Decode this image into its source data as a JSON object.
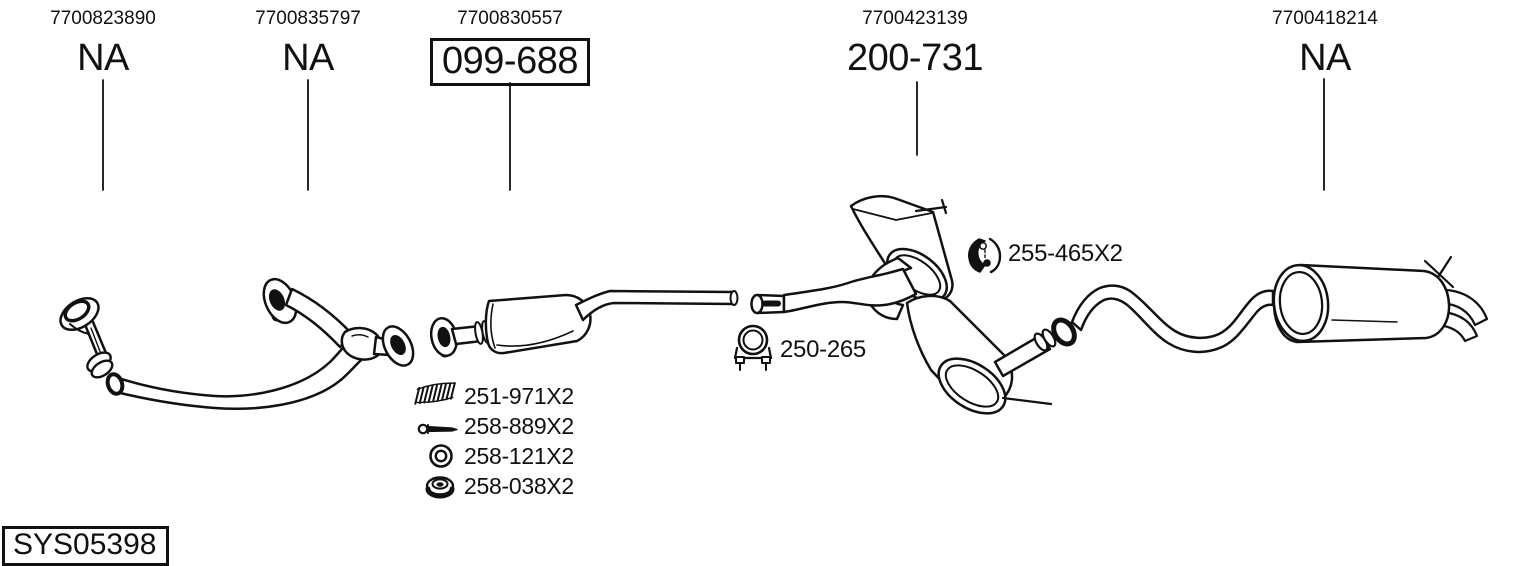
{
  "diagram": {
    "system_code": "SYS05398",
    "columns": [
      {
        "oe_number": "7700823890",
        "part_code": "NA"
      },
      {
        "oe_number": "7700835797",
        "part_code": "NA"
      },
      {
        "oe_number": "7700830557",
        "part_code": "099-688",
        "boxed": true
      },
      {
        "oe_number": "7700423139",
        "part_code": "200-731"
      },
      {
        "oe_number": "7700418214",
        "part_code": "NA"
      }
    ],
    "callouts": {
      "hanger_part_code": "255-465X2",
      "hanger_icon": "rubber-hanger-icon",
      "clamp_part_code": "250-265",
      "clamp_icon": "clamp-icon"
    },
    "hardware": [
      {
        "part_code": "251-971X2",
        "icon": "spring-icon"
      },
      {
        "part_code": "258-889X2",
        "icon": "bolt-icon"
      },
      {
        "part_code": "258-121X2",
        "icon": "washer-icon"
      },
      {
        "part_code": "258-038X2",
        "icon": "nut-icon"
      }
    ],
    "colors": {
      "ink": "#111111",
      "background": "#ffffff"
    }
  }
}
